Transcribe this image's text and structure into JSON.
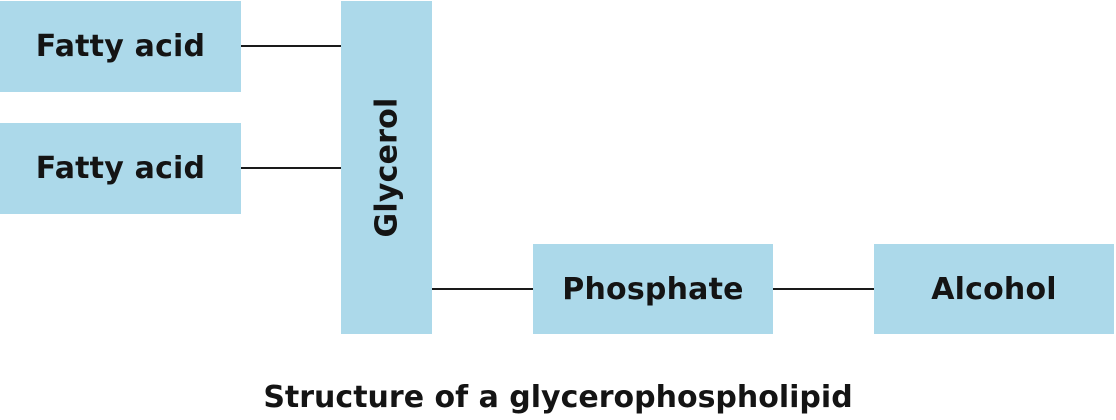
{
  "diagram": {
    "fatty_acid_1": "Fatty acid",
    "fatty_acid_2": "Fatty acid",
    "glycerol": "Glycerol",
    "phosphate": "Phosphate",
    "alcohol": "Alcohol",
    "caption": "Structure of a glycerophospholipid"
  },
  "colors": {
    "box_fill": "#acd9ea",
    "connector": "#1a1a1a",
    "text": "#141414"
  }
}
